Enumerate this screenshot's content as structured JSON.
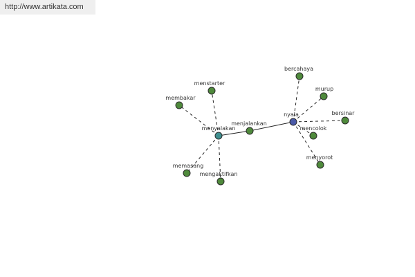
{
  "header": {
    "url": "http://www.artikata.com"
  },
  "graph": {
    "colors": {
      "leaf": "#4f8a3c",
      "hub_menyalakan": "#3f8f8f",
      "hub_nyala": "#4a5aa8",
      "edge": "#222222"
    },
    "nodes": [
      {
        "id": "menyalakan",
        "label": "menyalakan",
        "type": "hub"
      },
      {
        "id": "menjalankan",
        "label": "menjalankan",
        "type": "leaf"
      },
      {
        "id": "nyala",
        "label": "nyala",
        "type": "hub"
      },
      {
        "id": "membakar",
        "label": "membakar",
        "type": "leaf"
      },
      {
        "id": "menstarter",
        "label": "menstarter",
        "type": "leaf"
      },
      {
        "id": "memasang",
        "label": "memasang",
        "type": "leaf"
      },
      {
        "id": "mengaktifkan",
        "label": "mengaktifkan",
        "type": "leaf"
      },
      {
        "id": "bercahaya",
        "label": "bercahaya",
        "type": "leaf"
      },
      {
        "id": "murup",
        "label": "murup",
        "type": "leaf"
      },
      {
        "id": "bersinar",
        "label": "bersinar",
        "type": "leaf"
      },
      {
        "id": "mencolok",
        "label": "mencolok",
        "type": "leaf"
      },
      {
        "id": "menyorot",
        "label": "menyorot",
        "type": "leaf"
      }
    ],
    "edges": [
      {
        "from": "menyalakan",
        "to": "menjalankan",
        "style": "solid"
      },
      {
        "from": "menjalankan",
        "to": "nyala",
        "style": "solid"
      },
      {
        "from": "menyalakan",
        "to": "membakar",
        "style": "dashed"
      },
      {
        "from": "menyalakan",
        "to": "menstarter",
        "style": "dashed"
      },
      {
        "from": "menyalakan",
        "to": "memasang",
        "style": "dashed"
      },
      {
        "from": "menyalakan",
        "to": "mengaktifkan",
        "style": "dashed"
      },
      {
        "from": "nyala",
        "to": "bercahaya",
        "style": "dashed"
      },
      {
        "from": "nyala",
        "to": "murup",
        "style": "dashed"
      },
      {
        "from": "nyala",
        "to": "bersinar",
        "style": "dashed"
      },
      {
        "from": "nyala",
        "to": "mencolok",
        "style": "dashed"
      },
      {
        "from": "nyala",
        "to": "menyorot",
        "style": "dashed"
      }
    ]
  }
}
